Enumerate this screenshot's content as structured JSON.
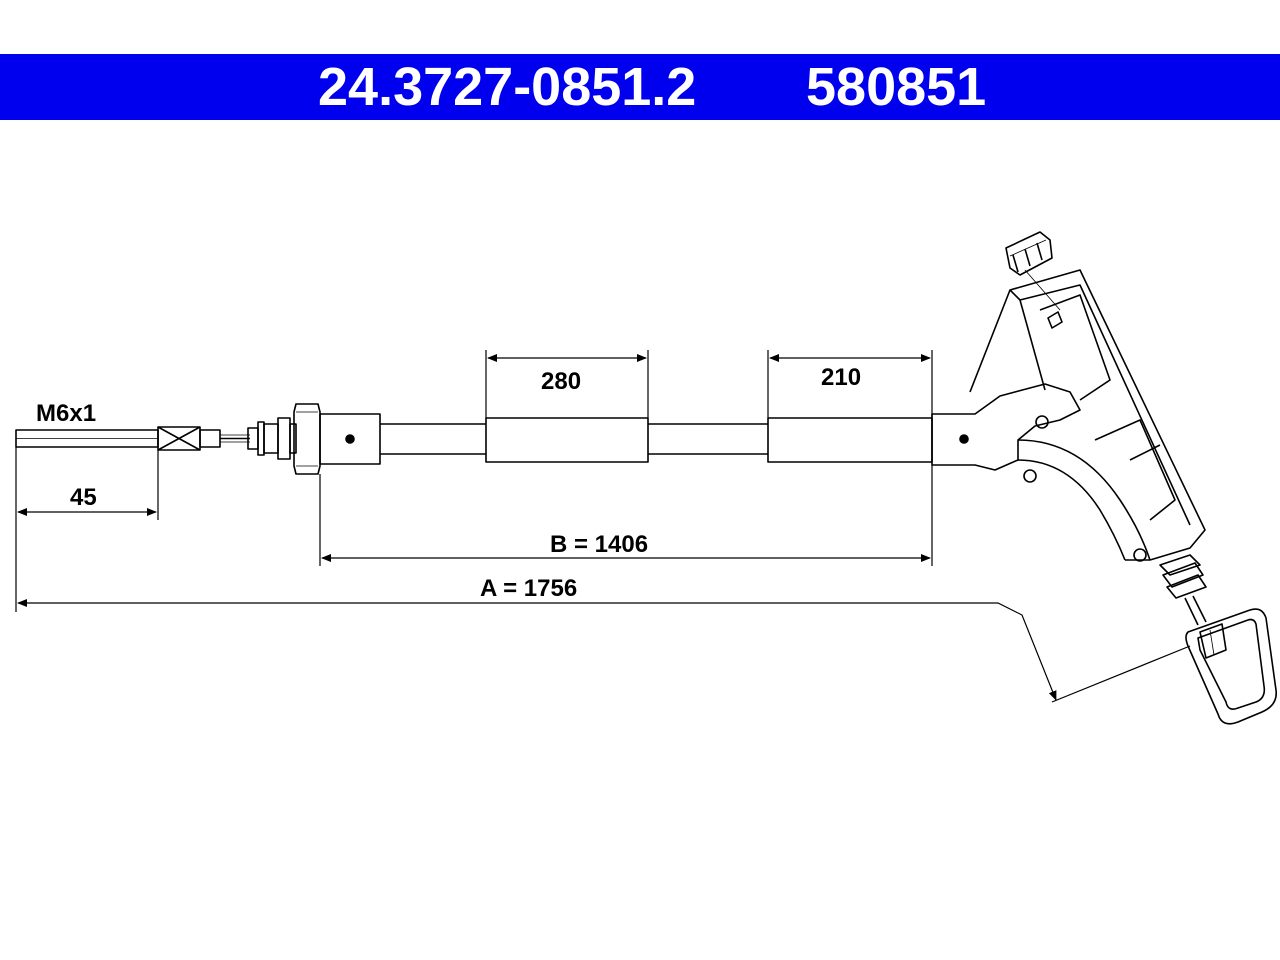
{
  "header": {
    "part_number": "24.3727-0851.2",
    "reference_number": "580851",
    "background_color": "#0000ee",
    "text_color": "#ffffff"
  },
  "drawing": {
    "thread_label": "M6x1",
    "dim_45": "45",
    "dim_280": "280",
    "dim_210": "210",
    "dim_b": "B = 1406",
    "dim_a": "A = 1756",
    "line_color": "#000000"
  }
}
